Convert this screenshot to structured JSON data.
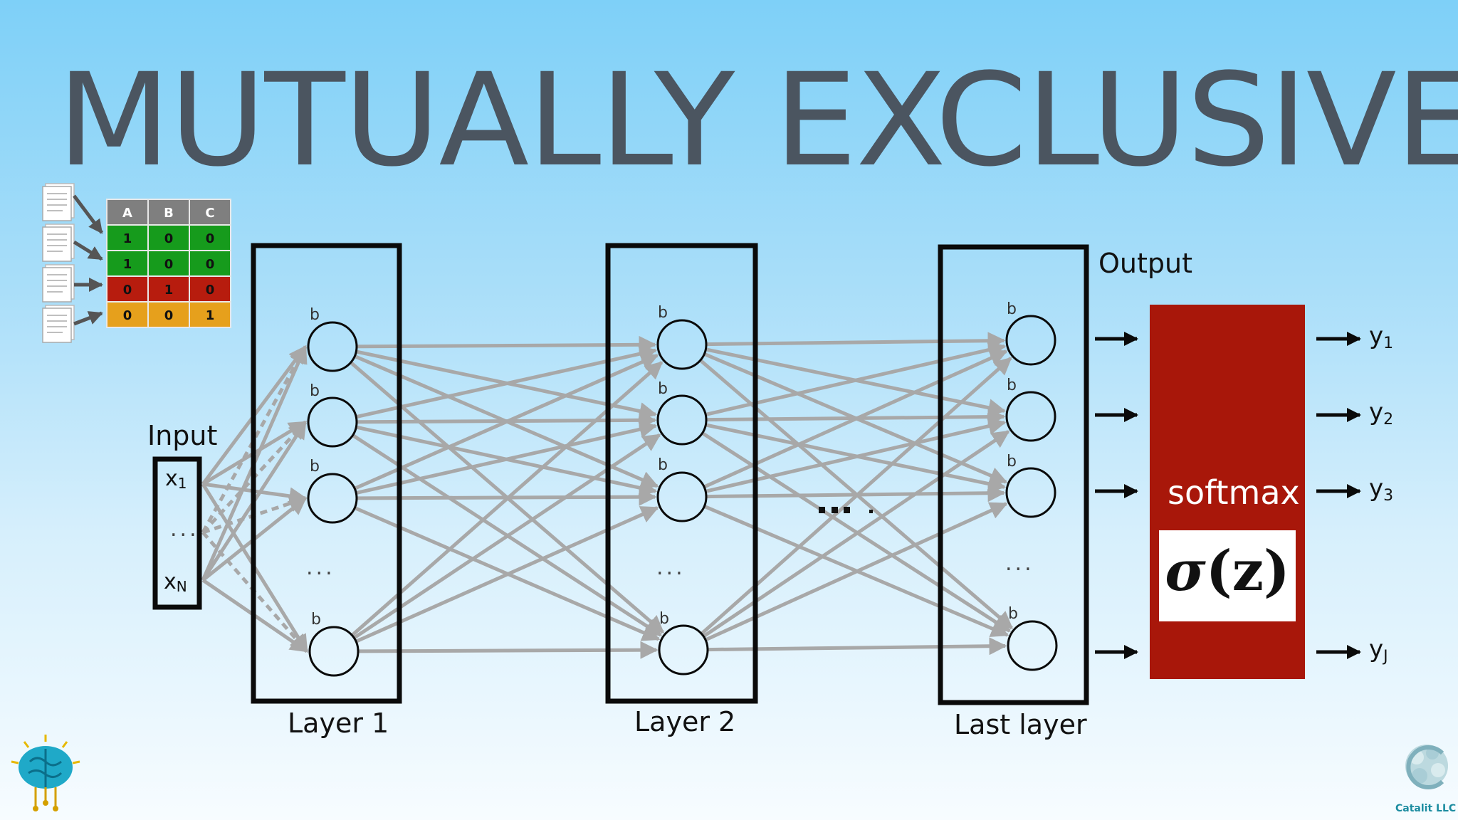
{
  "title": "MUTUALLY EXCLUSIVE",
  "one_hot_table": {
    "headers": [
      "A",
      "B",
      "C"
    ],
    "rows": [
      {
        "cells": [
          "1",
          "0",
          "0"
        ],
        "color": "#169b1c"
      },
      {
        "cells": [
          "1",
          "0",
          "0"
        ],
        "color": "#169b1c"
      },
      {
        "cells": [
          "0",
          "1",
          "0"
        ],
        "color": "#b71c0e"
      },
      {
        "cells": [
          "0",
          "0",
          "1"
        ],
        "color": "#e6a01c"
      }
    ],
    "header_color": "#7f7f7f"
  },
  "input": {
    "label": "Input",
    "x_first": "x",
    "x_first_sub": "1",
    "ellipsis": "...",
    "x_last": "x",
    "x_last_sub": "N"
  },
  "bias_label": "b",
  "layer_ellipsis": "...",
  "middle_ellipsis": "...",
  "layers": [
    {
      "label": "Layer 1"
    },
    {
      "label": "Layer 2"
    },
    {
      "label": "Last layer"
    }
  ],
  "output": {
    "label": "Output",
    "softmax_label": "softmax",
    "formula_fn": "σ",
    "formula_arg": "(z)",
    "box_color": "#a8170a",
    "outputs": [
      {
        "base": "y",
        "sub": "1"
      },
      {
        "base": "y",
        "sub": "2"
      },
      {
        "base": "y",
        "sub": "3"
      },
      {
        "base": "y",
        "sub": "J"
      }
    ]
  },
  "colors": {
    "connection": "#a8a8a8",
    "frame": "#0a0a0a",
    "title": "#4b5560"
  },
  "logos": {
    "left": "brain-circuit-logo",
    "right": "catalit-logo",
    "brand_text": "Catalit LLC"
  }
}
